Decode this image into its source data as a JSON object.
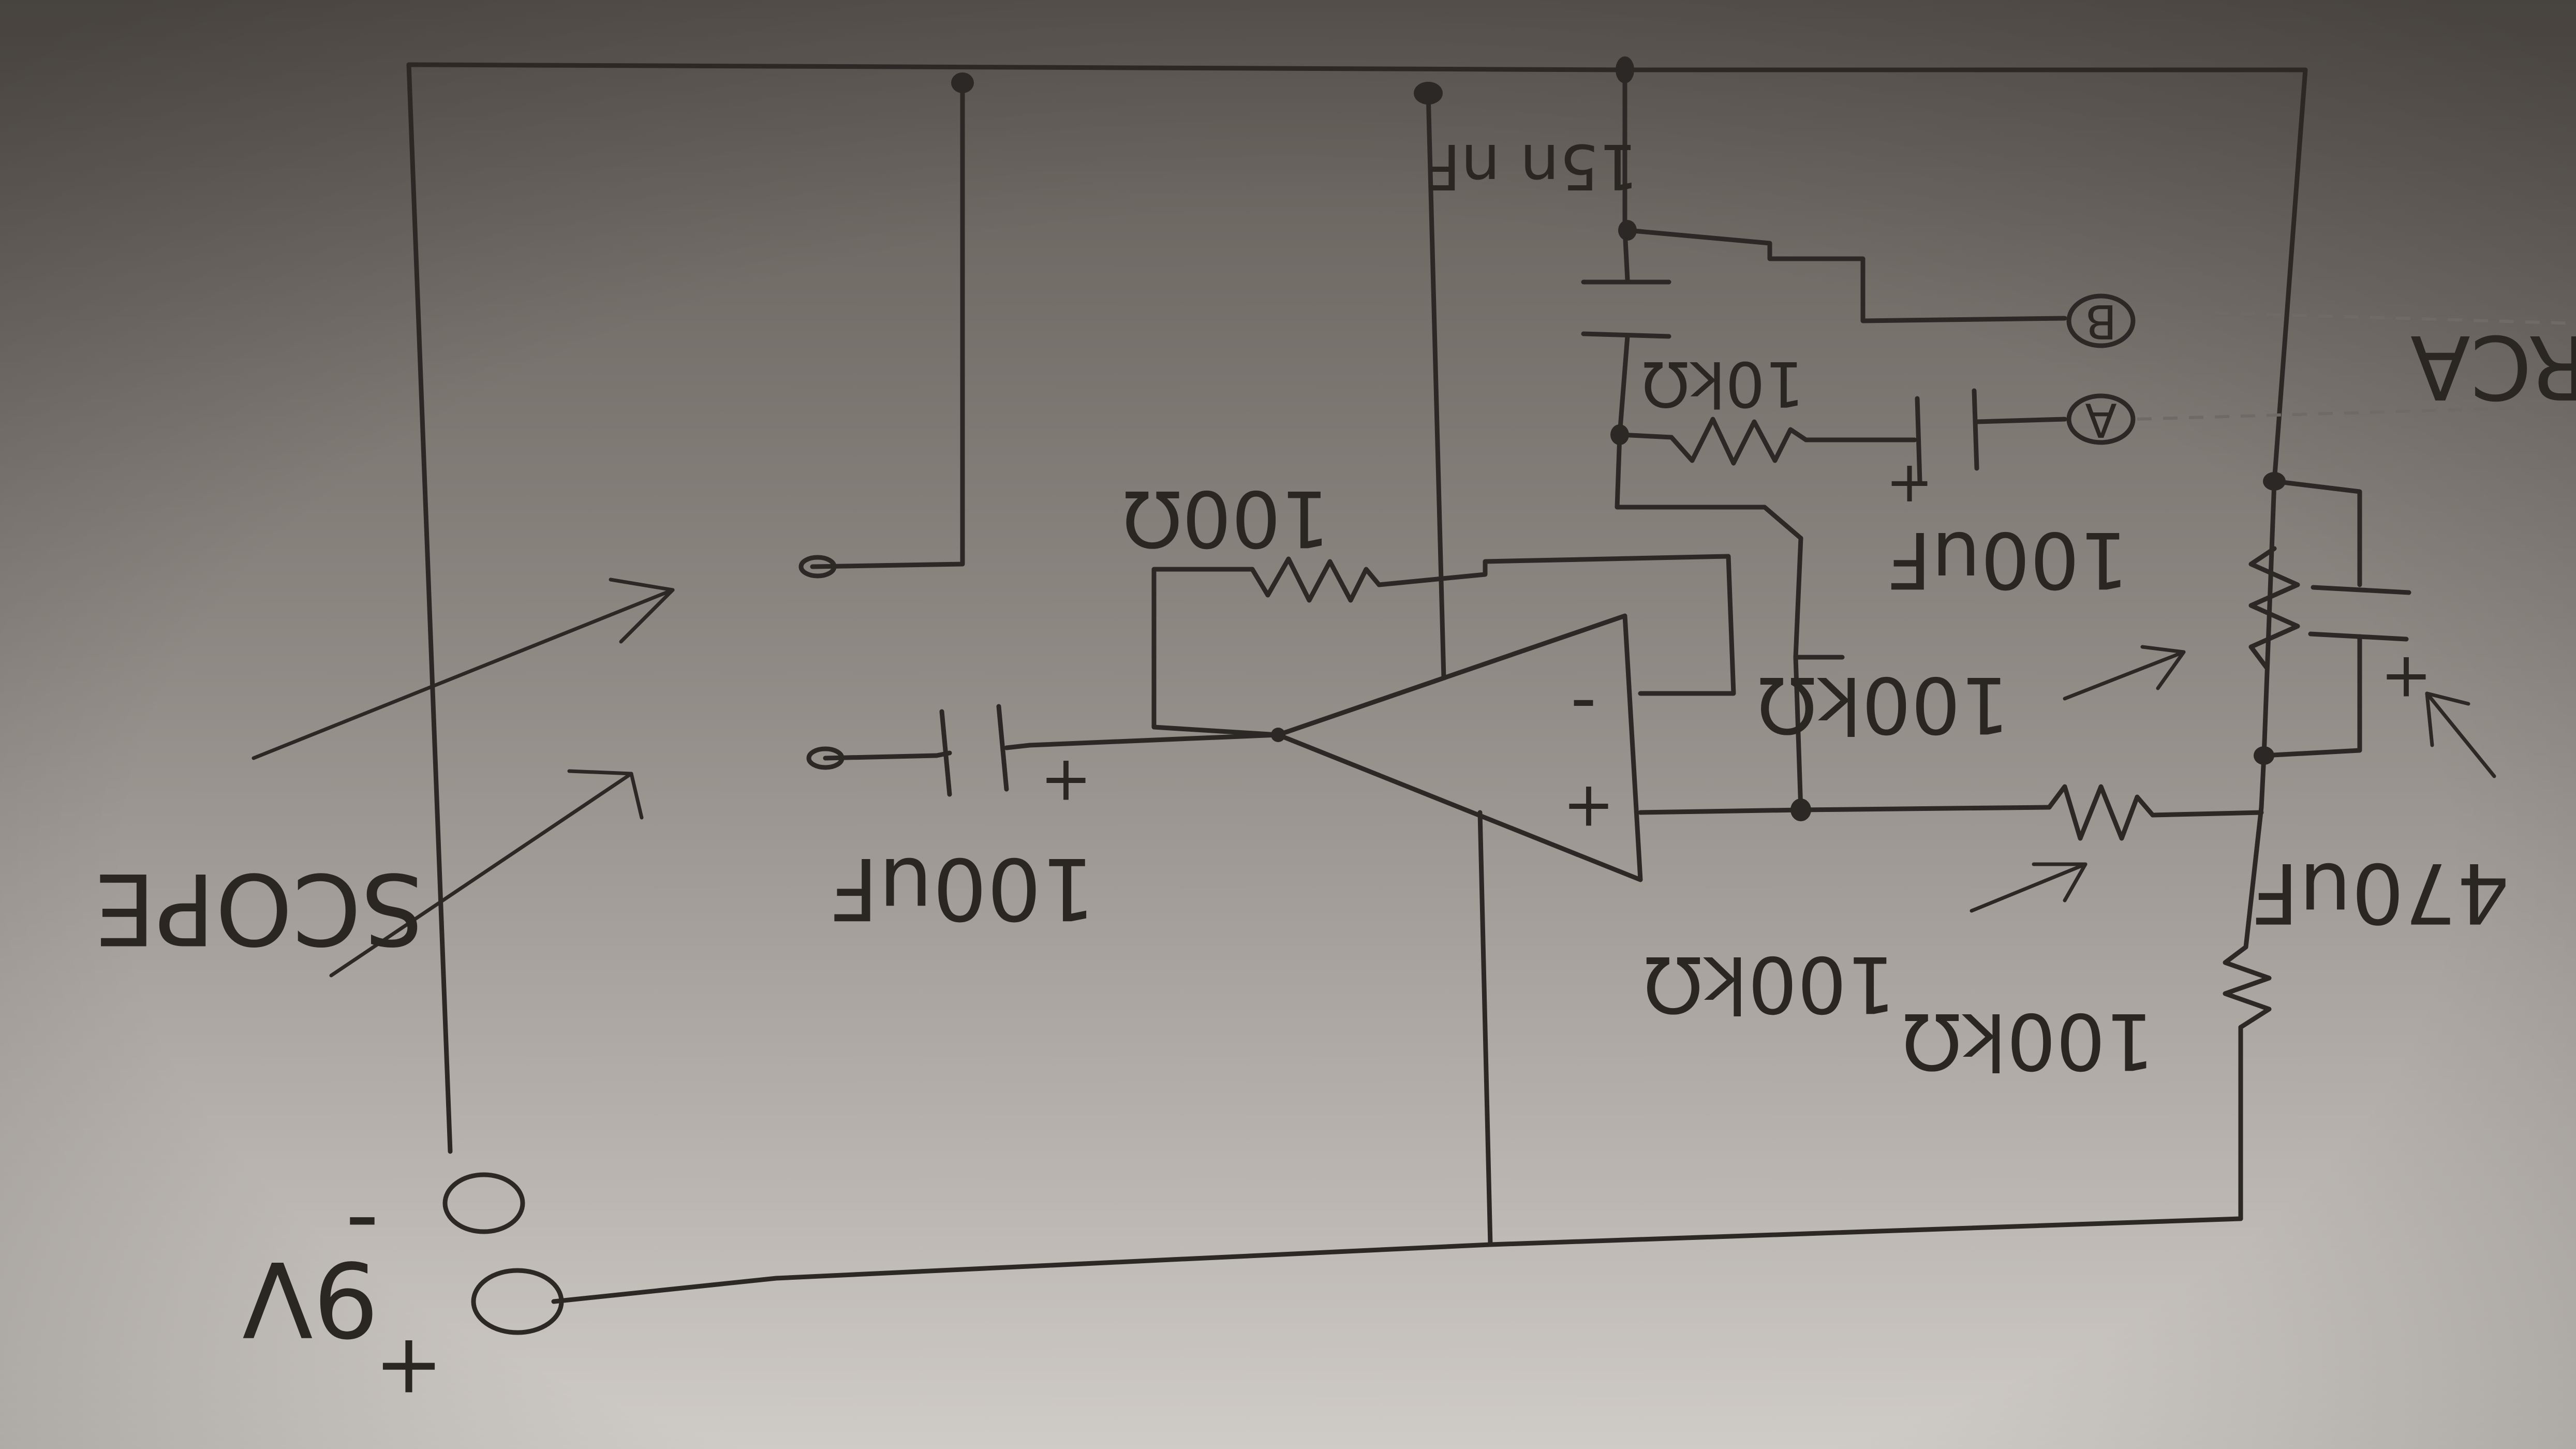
{
  "photo": {
    "colors": {
      "paper_top": "#5f5954",
      "paper_mid": "#8f8984",
      "paper_bottom": "#cfcbc6",
      "ink": "#2b2826"
    }
  },
  "labels": {
    "scope": "SCOPE",
    "supply": "9V",
    "plus_sign": "+",
    "minus_sign": "-",
    "r_feedback": "100Ω",
    "c_input": "100uF",
    "c_top": "15n nF",
    "r_10k": "10kΩ",
    "c_100uf_right": "100uF",
    "r_100k_a": "100kΩ",
    "r_100k_b": "100kΩ",
    "r_100k_c": "100kΩ",
    "c_470uf": "470uF",
    "jack_a": "A",
    "jack_b": "B",
    "rca": "RCA",
    "opamp_minus": "-",
    "opamp_plus": "+"
  }
}
